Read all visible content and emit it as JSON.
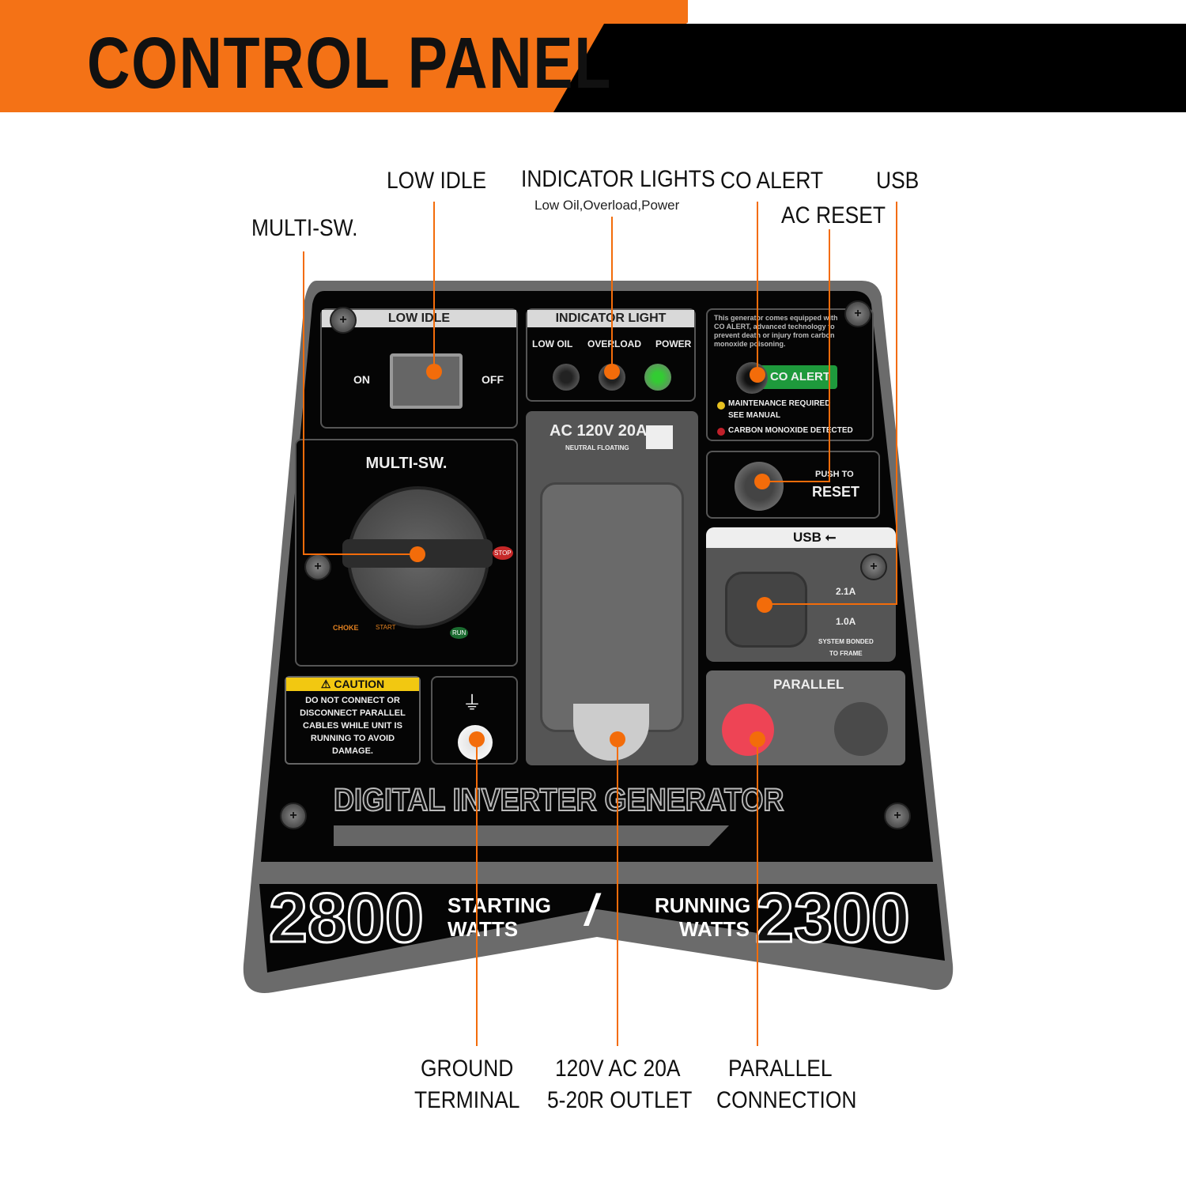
{
  "header": {
    "title": "CONTROL PANEL"
  },
  "callouts": {
    "low_idle": "LOW IDLE",
    "indicator_lights": "INDICATOR LIGHTS",
    "indicator_sub": "Low Oil,Overload,Power",
    "co_alert": "CO ALERT",
    "usb": "USB",
    "ac_reset": "AC RESET",
    "multi_sw": "MULTI-SW.",
    "ground_1": "GROUND",
    "ground_2": "TERMINAL",
    "outlet_1": "120V AC 20A",
    "outlet_2": "5-20R OUTLET",
    "parallel_1": "PARALLEL",
    "parallel_2": "CONNECTION"
  },
  "panel": {
    "low_idle": {
      "title": "LOW IDLE",
      "on": "ON",
      "off": "OFF"
    },
    "indicator": {
      "title": "INDICATOR LIGHT",
      "low_oil": "LOW OIL",
      "overload": "OVERLOAD",
      "power": "POWER"
    },
    "co": {
      "text": "This generator comes equipped with CO ALERT, advanced technology to prevent death or injury from carbon monoxide poisoning.",
      "badge": "CO ALERT",
      "maint": "MAINTENANCE REQUIRED",
      "see": "SEE MANUAL",
      "detected": "CARBON MONOXIDE DETECTED"
    },
    "multi": {
      "title": "MULTI-SW.",
      "stop": "STOP",
      "choke": "CHOKE",
      "start": "START",
      "run": "RUN"
    },
    "outlet": {
      "title": "AC 120V 20A",
      "sub": "NEUTRAL FLOATING"
    },
    "reset": {
      "push": "PUSH TO",
      "reset": "RESET"
    },
    "usb": {
      "title": "USB",
      "a1": "2.1A",
      "a2": "1.0A",
      "bond1": "SYSTEM BONDED",
      "bond2": "TO FRAME"
    },
    "caution": {
      "title": "⚠ CAUTION",
      "text": "DO NOT CONNECT OR DISCONNECT PARALLEL CABLES WHILE UNIT IS RUNNING TO AVOID DAMAGE."
    },
    "parallel": {
      "title": "PARALLEL"
    },
    "brand": "DIGITAL INVERTER GENERATOR",
    "starting_watts": "2800",
    "starting_label": "STARTING WATTS",
    "running_watts": "2300",
    "running_label": "RUNNING WATTS",
    "slash": "/"
  },
  "colors": {
    "orange": "#f47216",
    "green": "#1e9a3c"
  }
}
